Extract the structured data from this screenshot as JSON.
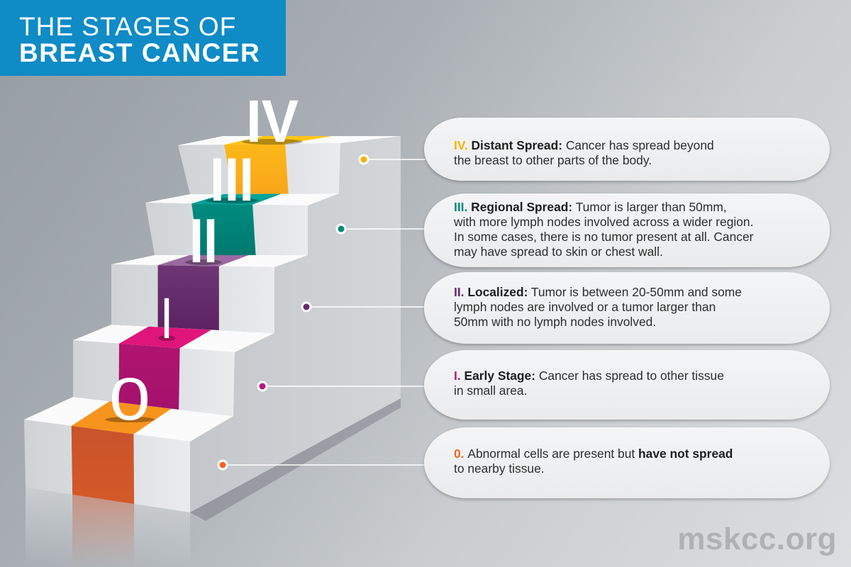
{
  "title": {
    "line1": "THE STAGES OF",
    "line2": "BREAST CANCER",
    "background": "#0f8bc6"
  },
  "stages": [
    {
      "numeral": "0",
      "color": "#f26522",
      "lines": [
        [
          {
            "t": "0. ",
            "c": 1
          },
          {
            "t": "Abnormal cells are present but "
          },
          {
            "t": "have not spread",
            "b": 1
          }
        ],
        [
          {
            "t": "to nearby tissue."
          }
        ]
      ]
    },
    {
      "numeral": "I",
      "color": "#b5177d",
      "lines": [
        [
          {
            "t": "I. ",
            "c": 1
          },
          {
            "t": "Early Stage:",
            "b": 1
          },
          {
            "t": " Cancer has spread to other tissue"
          }
        ],
        [
          {
            "t": "in small area."
          }
        ]
      ]
    },
    {
      "numeral": "II",
      "color": "#6a2a70",
      "lines": [
        [
          {
            "t": "II. ",
            "c": 1
          },
          {
            "t": "Localized:",
            "b": 1
          },
          {
            "t": " Tumor is between 20-50mm and some"
          }
        ],
        [
          {
            "t": "lymph nodes are involved or a tumor larger than"
          }
        ],
        [
          {
            "t": "50mm with no lymph nodes involved."
          }
        ]
      ]
    },
    {
      "numeral": "III",
      "color": "#00897b",
      "lines": [
        [
          {
            "t": "III. ",
            "c": 1
          },
          {
            "t": "Regional Spread:",
            "b": 1
          },
          {
            "t": " Tumor is larger than 50mm,"
          }
        ],
        [
          {
            "t": "with more lymph nodes involved across a wider region."
          }
        ],
        [
          {
            "t": "In some cases, there is no tumor present at all. Cancer"
          }
        ],
        [
          {
            "t": "may have spread to skin or chest wall."
          }
        ]
      ]
    },
    {
      "numeral": "IV",
      "color": "#f5b400",
      "lines": [
        [
          {
            "t": "IV. ",
            "c": 1
          },
          {
            "t": "Distant Spread:",
            "b": 1
          },
          {
            "t": " Cancer has spread beyond"
          }
        ],
        [
          {
            "t": "the breast to other parts of the body."
          }
        ]
      ]
    }
  ],
  "brand": "mskcc.org"
}
